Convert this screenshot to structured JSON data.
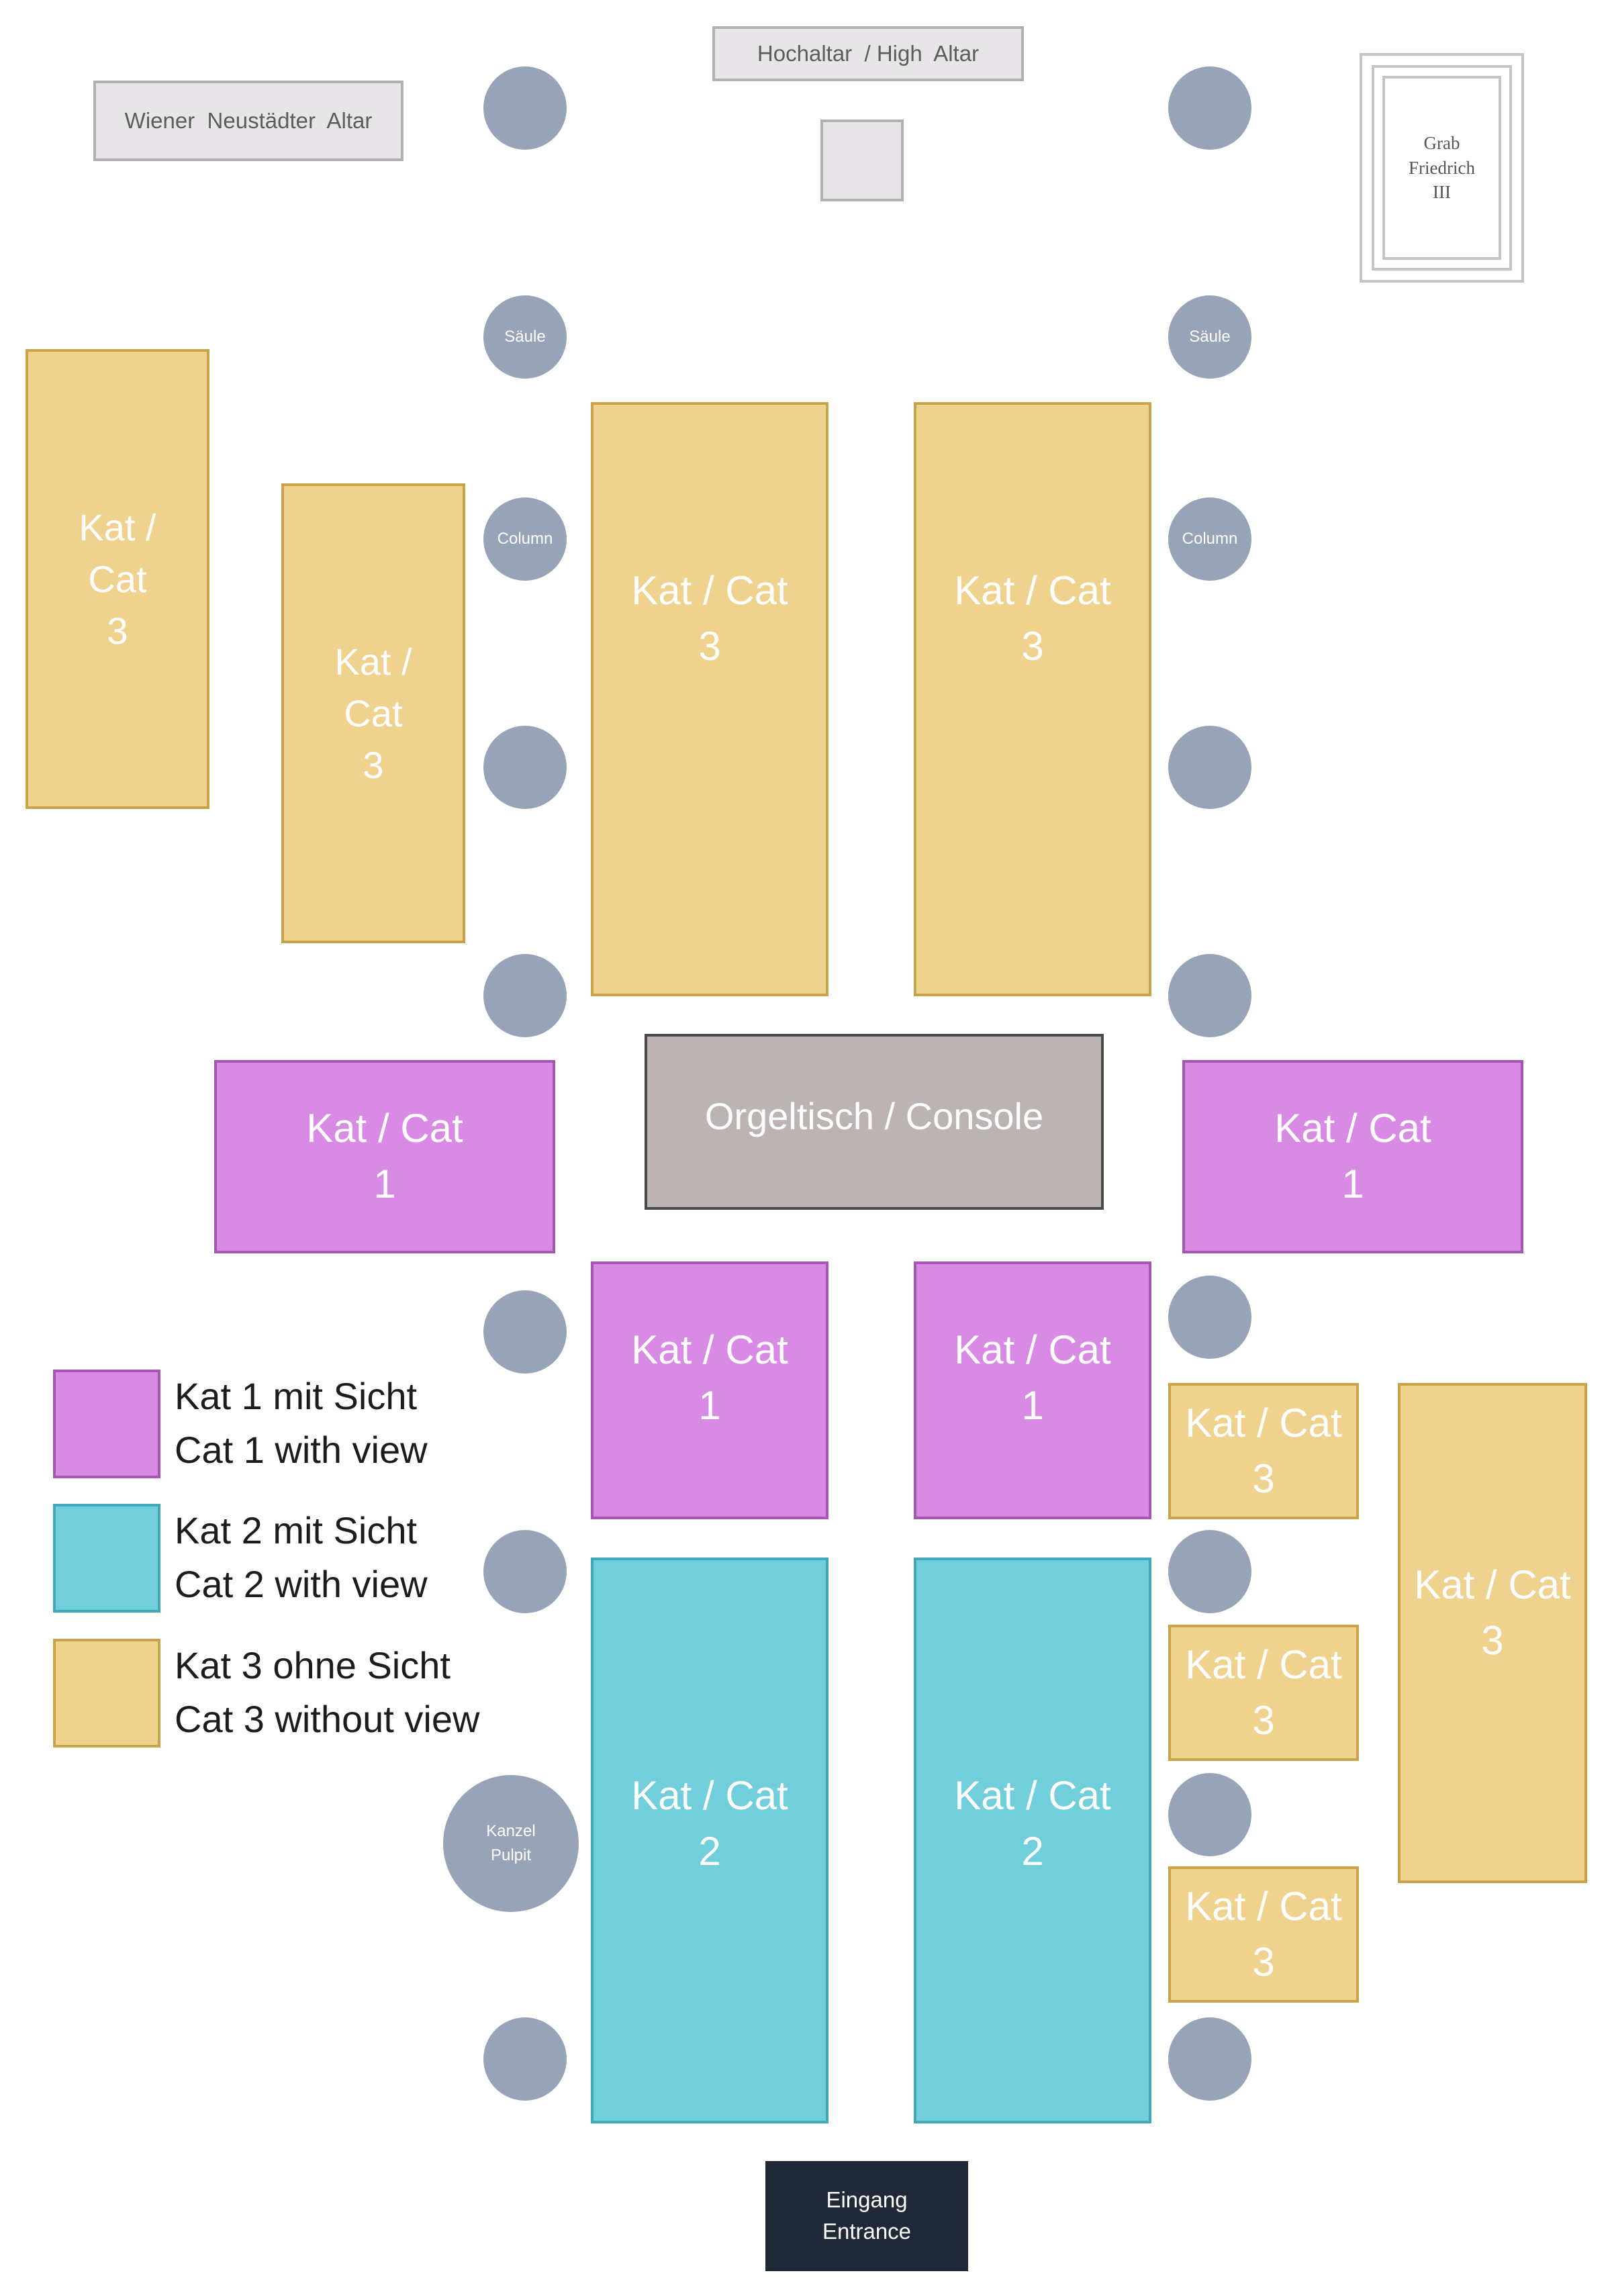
{
  "colors": {
    "column": "#97a3b6",
    "cat1": "#d98ae5",
    "cat2": "#70cfdb",
    "cat3": "#f0d28f",
    "console": "#bcb3b3",
    "entrance": "#212838",
    "altar": "#e8e5e9"
  },
  "altars": {
    "wiener": "Wiener  Neustädter  Altar",
    "high": "Hochaltar  / High  Altar",
    "tomb": "Grab\nFriedrich\nIII"
  },
  "columns": {
    "saeule": "Säule",
    "column": "Column",
    "pulpit": "Kanzel\nPulpit"
  },
  "blocks": {
    "far_left_cat3": "Kat /\nCat\n3",
    "left_cat3": "Kat /\nCat\n3",
    "center_left_cat3": "Kat / Cat\n3",
    "center_right_cat3": "Kat / Cat\n3",
    "left_cat1": "Kat / Cat\n1",
    "right_cat1": "Kat / Cat\n1",
    "center_left_cat1": "Kat / Cat\n1",
    "center_right_cat1": "Kat / Cat\n1",
    "right_small_cat3_a": "Kat / Cat\n3",
    "right_small_cat3_b": "Kat / Cat\n3",
    "right_small_cat3_c": "Kat / Cat\n3",
    "far_right_cat3": "Kat / Cat\n3",
    "center_left_cat2": "Kat / Cat\n2",
    "center_right_cat2": "Kat / Cat\n2"
  },
  "console": "Orgeltisch / Console",
  "entrance": "Eingang\nEntrance",
  "legend": {
    "cat1": "Kat 1 mit Sicht\nCat 1 with view",
    "cat2": "Kat 2 mit Sicht\nCat 2 with view",
    "cat3": "Kat 3 ohne Sicht\nCat 3 without view"
  }
}
